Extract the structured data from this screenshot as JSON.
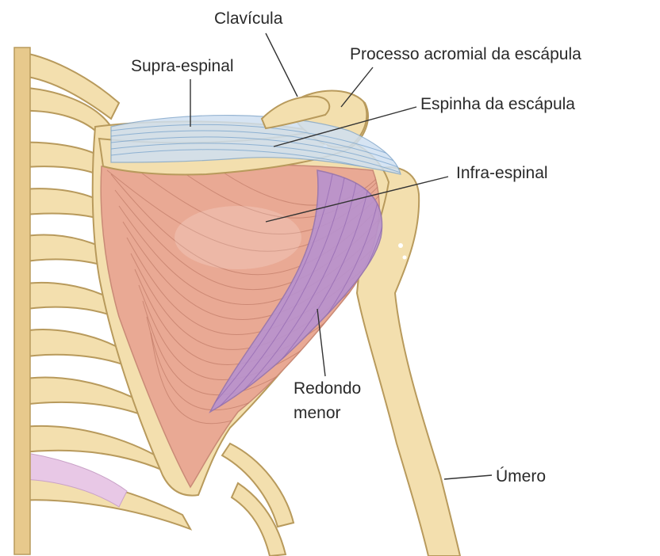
{
  "labels": {
    "clavicula": "Clavícula",
    "supra_espinal": "Supra-espinal",
    "processo_acromial": "Processo acromial da escápula",
    "espinha_escapula": "Espinha da escápula",
    "infra_espinal": "Infra-espinal",
    "redondo_menor_line1": "Redondo",
    "redondo_menor_line2": "menor",
    "umero": "Úmero"
  },
  "colors": {
    "bone": "#f3dfae",
    "infraspinatus": "#e9a994",
    "teres_minor": "#b892cf",
    "supraspinatus": "#cfe0f1",
    "background": "#ffffff"
  }
}
